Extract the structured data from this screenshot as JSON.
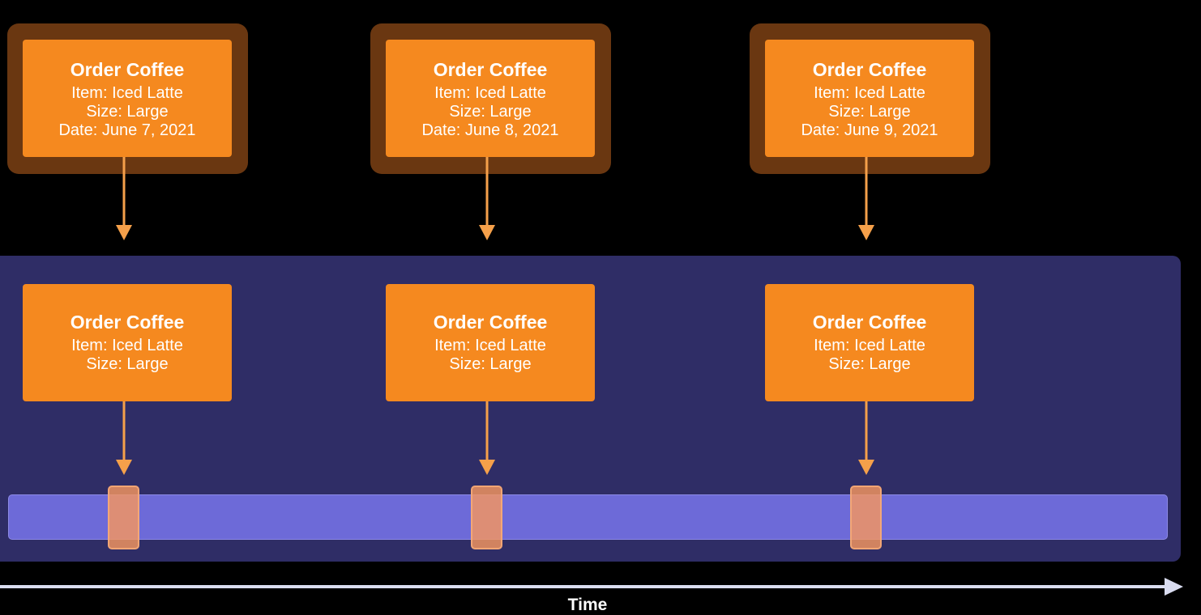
{
  "events": [
    {
      "title": "Order Coffee",
      "item": "Item: Iced Latte",
      "size": "Size: Large",
      "date": "Date: June 7, 2021"
    },
    {
      "title": "Order Coffee",
      "item": "Item: Iced Latte",
      "size": "Size: Large",
      "date": "Date: June 8, 2021"
    },
    {
      "title": "Order Coffee",
      "item": "Item: Iced Latte",
      "size": "Size: Large",
      "date": "Date: June 9, 2021"
    }
  ],
  "axis": {
    "label": "Time"
  },
  "colors": {
    "background": "#000000",
    "card": "#f5891f",
    "card_halo": "#6a3711",
    "arrow": "#f5a04a",
    "panel": "#2f2d66",
    "track": "#6d6ad8",
    "marker": "#f5965f",
    "axis": "#d9dcf0"
  }
}
